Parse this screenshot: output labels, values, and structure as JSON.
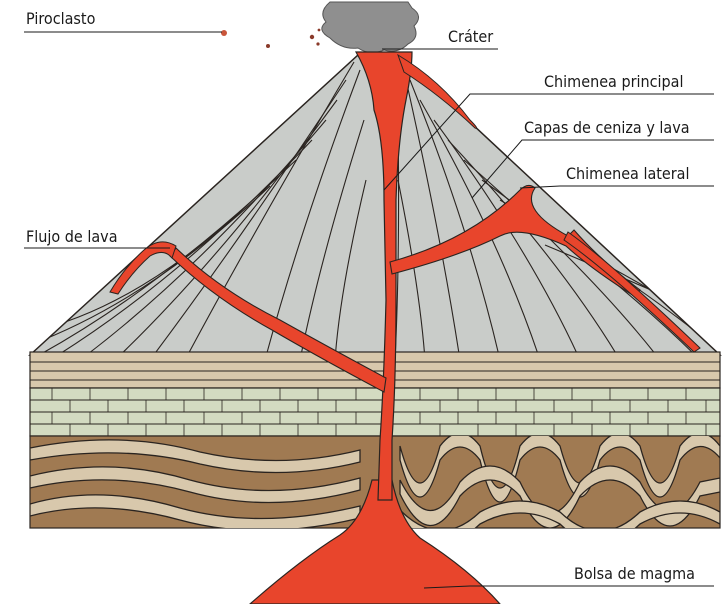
{
  "labels": {
    "piroclasto": "Piroclasto",
    "crater": "Cráter",
    "chimenea_principal": "Chimenea principal",
    "capas": "Capas de ceniza y lava",
    "chimenea_lateral": "Chimenea lateral",
    "flujo_lava": "Flujo de lava",
    "bolsa_magma": "Bolsa de magma"
  },
  "colors": {
    "cone": "#c9ccc9",
    "magma": "#e8452c",
    "strata_light": "#d8c8ac",
    "strata_dark": "#a07a52",
    "blocks": "#d3dbc1",
    "smoke": "#8f8f8f",
    "outline": "#2a2420"
  }
}
